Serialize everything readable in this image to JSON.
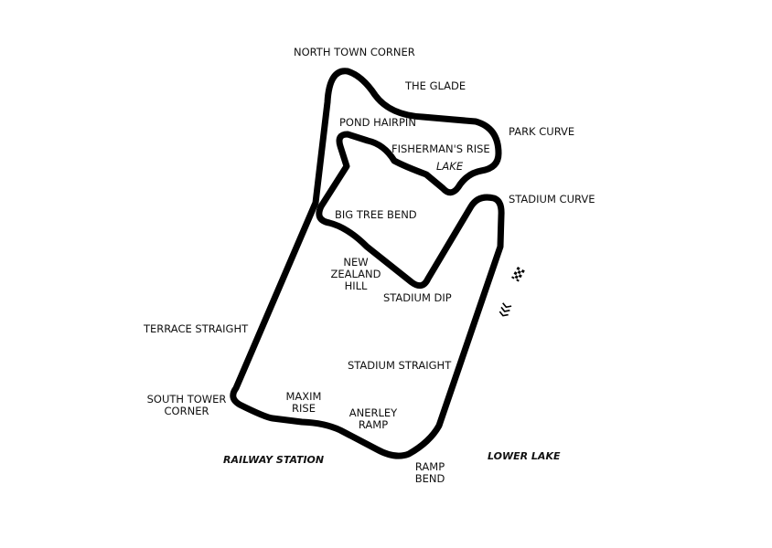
{
  "colors": {
    "track": "#000000",
    "background": "#ffffff"
  },
  "icons": [
    "checkered-flag-icon",
    "direction-chevrons-icon"
  ],
  "corners": {
    "north_town_corner": "NORTH TOWN CORNER",
    "the_glade": "THE GLADE",
    "park_curve": "PARK CURVE",
    "pond_hairpin": "POND HAIRPIN",
    "fishermans_rise": "FISHERMAN'S RISE",
    "stadium_curve": "STADIUM CURVE",
    "big_tree_bend": "BIG TREE BEND",
    "new_zealand_hill": [
      "NEW",
      "ZEALAND",
      "HILL"
    ],
    "stadium_dip": "STADIUM DIP",
    "terrace_straight": "TERRACE STRAIGHT",
    "stadium_straight": "STADIUM STRAIGHT",
    "south_tower_corner": [
      "SOUTH TOWER",
      "CORNER"
    ],
    "maxim_rise": [
      "MAXIM",
      "RISE"
    ],
    "anerley_ramp": [
      "ANERLEY",
      "RAMP"
    ],
    "ramp_bend": [
      "RAMP",
      "BEND"
    ]
  },
  "landmarks": {
    "lake": "LAKE",
    "railway_station": "RAILWAY STATION",
    "lower_lake": "LOWER LAKE"
  }
}
